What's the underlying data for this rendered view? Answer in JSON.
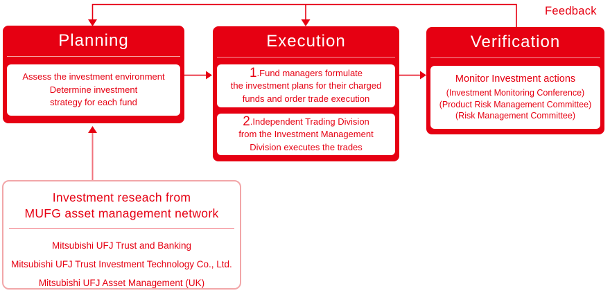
{
  "colors": {
    "brand_red": "#e60012",
    "research_border_pink": "#f2a6a8",
    "card_background": "#ffffff"
  },
  "feedback": {
    "label": "Feedback"
  },
  "planning": {
    "title": "Planning",
    "lines": [
      "Assess the investment environment",
      "Determine investment",
      "strategy for each fund"
    ]
  },
  "execution": {
    "title": "Execution",
    "items": [
      {
        "number": "1",
        "first_line": ".Fund managers formulate",
        "lines": [
          "the investment plans for their charged",
          "funds and order trade execution"
        ]
      },
      {
        "number": "2",
        "first_line": ".Independent Trading Division",
        "lines": [
          "from the Investment Management",
          "Division executes the trades"
        ]
      }
    ]
  },
  "verification": {
    "title": "Verification",
    "heading": "Monitor Investment actions",
    "lines": [
      "(Investment Monitoring Conference)",
      "(Product Risk Management Committee)",
      "(Risk Management Committee)"
    ]
  },
  "research": {
    "title_lines": [
      "Investment reseach from",
      "MUFG asset management network"
    ],
    "companies": [
      "Mitsubishi UFJ Trust and Banking",
      "Mitsubishi UFJ Trust Investment Technology Co., Ltd.",
      "Mitsubishi UFJ Asset Management (UK)"
    ]
  }
}
